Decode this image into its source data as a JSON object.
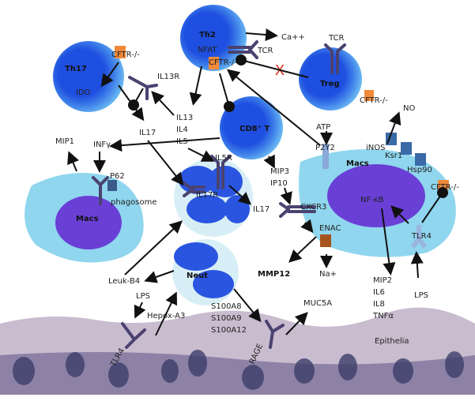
{
  "cells": {
    "th2": {
      "label": "Th2",
      "nfat": "NFAT",
      "tcr": "TCR",
      "cftr": "CFTR-/-",
      "ca": "Ca++"
    },
    "th17": {
      "label": "Th17",
      "ido": "IDO",
      "cftr": "CFTR-/-",
      "il13r": "IL13R"
    },
    "treg": {
      "label": "Treg",
      "tcr": "TCR",
      "cftr": "CFTR-/-"
    },
    "cd8": {
      "label": "CD8⁺ T"
    },
    "macs_left": {
      "label": "Macs",
      "p62": "P62",
      "phagosome": "phagosome",
      "mip1": "MIP1",
      "infg": "INFγ"
    },
    "neut": {
      "label": "Neut",
      "il5r": "IL5R",
      "il17r": "IL17R",
      "il17_out": "IL17",
      "leuk": "Leuk-B4",
      "s100": [
        "S100A8",
        "S100A9",
        "S100A12"
      ]
    },
    "macs_right": {
      "label": "Macs",
      "atp": "ATP",
      "p2y2": "P2Y2",
      "inos": "iNOS",
      "ksr1": "Ksr1",
      "hsp90": "Hsp90",
      "no": "NO",
      "nfkb": "NF-κB",
      "cftr": "CFTR-/-",
      "tlr4": "TLR4",
      "lps": "LPS",
      "cytokines": [
        "MIP2",
        "IL6",
        "IL8",
        "TNFα"
      ]
    },
    "epithelia": {
      "label": "Epithelia",
      "lps": "LPS",
      "hepox": "Hepox-A3",
      "tlr4": "TLR4",
      "rage": "RAGE",
      "muc5a": "MUC5A"
    }
  },
  "mediators": {
    "il13": "IL13",
    "il4": "IL4",
    "il5": "IL5",
    "il17": "IL17",
    "mip3": "MIP3",
    "ip10": "IP10",
    "cxcr3": "CXCR3",
    "enac": "ENAC",
    "mmp12": "MMP12",
    "na": "Na+"
  },
  "inhibition_mark": "X",
  "colors": {
    "lymphocyte_nucleus": "#1f4fe0",
    "lymphocyte_rim": "#5aaaf0",
    "macrophage_cytoplasm": "#8fd6ee",
    "macrophage_nucleus": "#6a3fd6",
    "receptor": "#4a4270",
    "cftr": "#f08a3a",
    "inhibition": "#e02010",
    "epithelium": "#b9a9c4"
  }
}
